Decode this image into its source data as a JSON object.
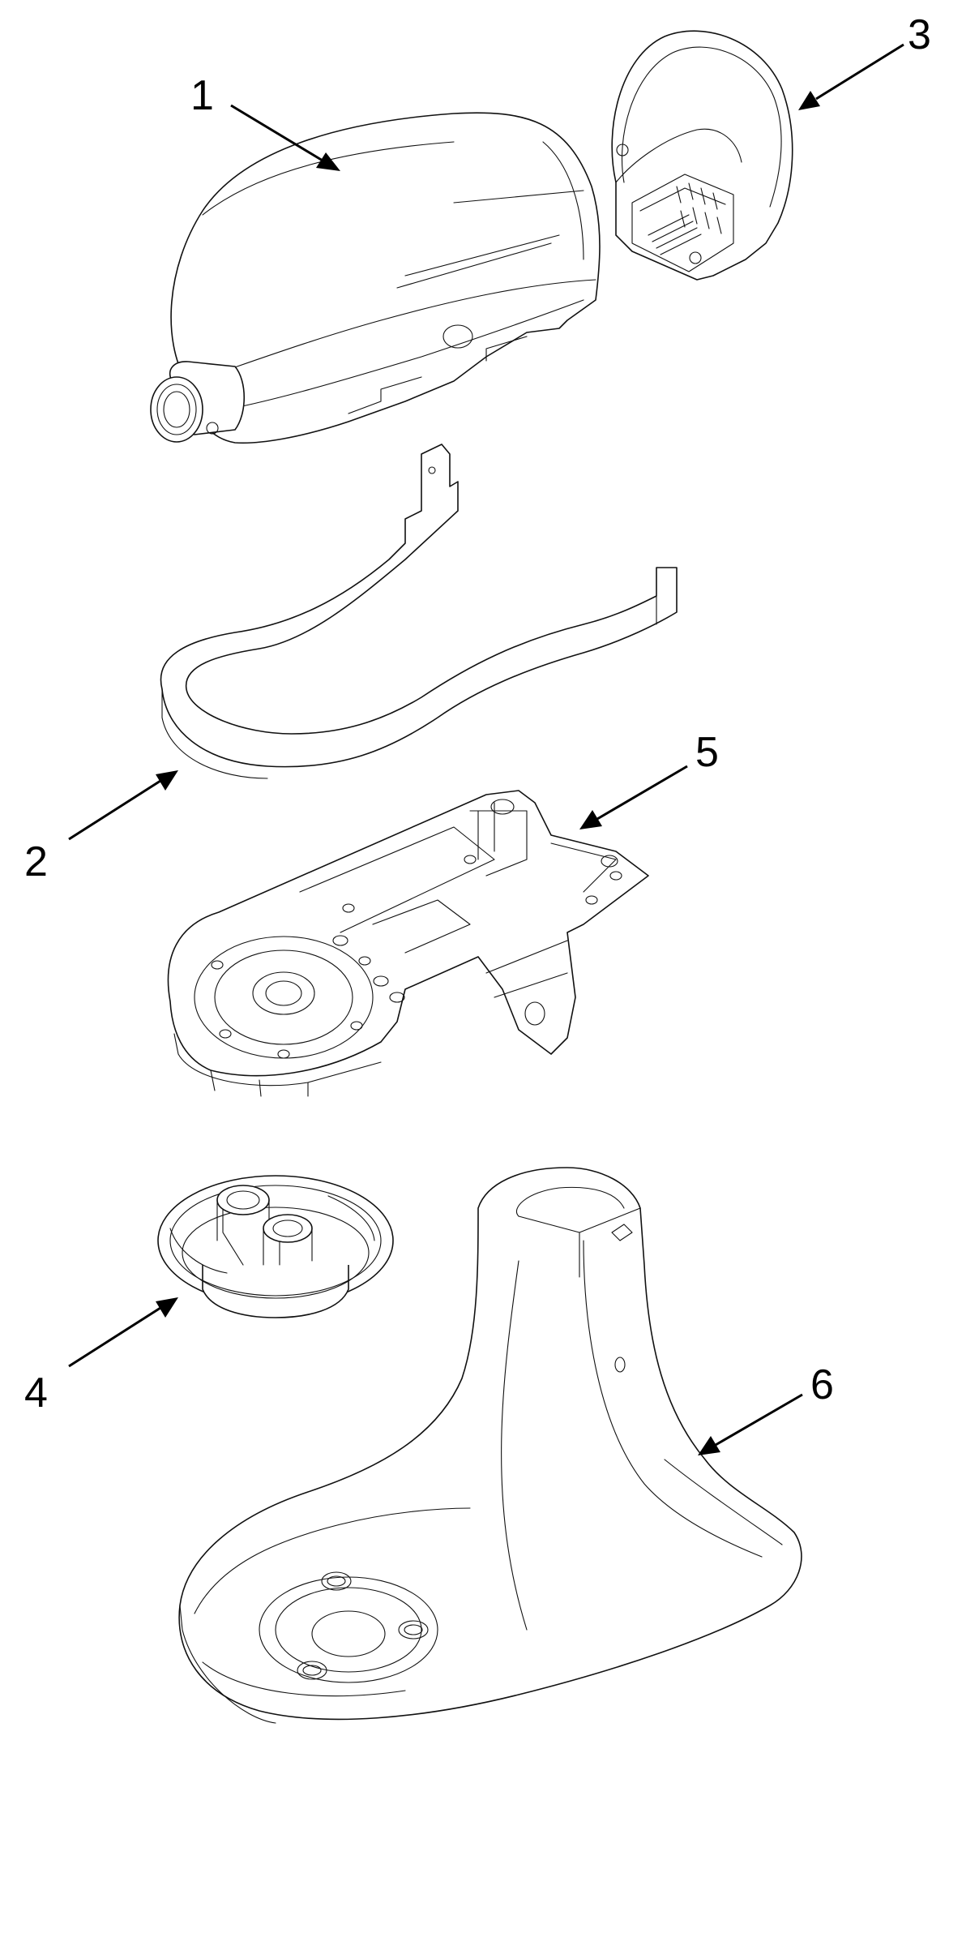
{
  "callouts": [
    {
      "id": "1",
      "label": "1",
      "part": "motor-housing"
    },
    {
      "id": "2",
      "label": "2",
      "part": "trim-band"
    },
    {
      "id": "3",
      "label": "3",
      "part": "rear-cover"
    },
    {
      "id": "4",
      "label": "4",
      "part": "planetary-housing"
    },
    {
      "id": "5",
      "label": "5",
      "part": "gear-case"
    },
    {
      "id": "6",
      "label": "6",
      "part": "pedestal-base"
    }
  ]
}
